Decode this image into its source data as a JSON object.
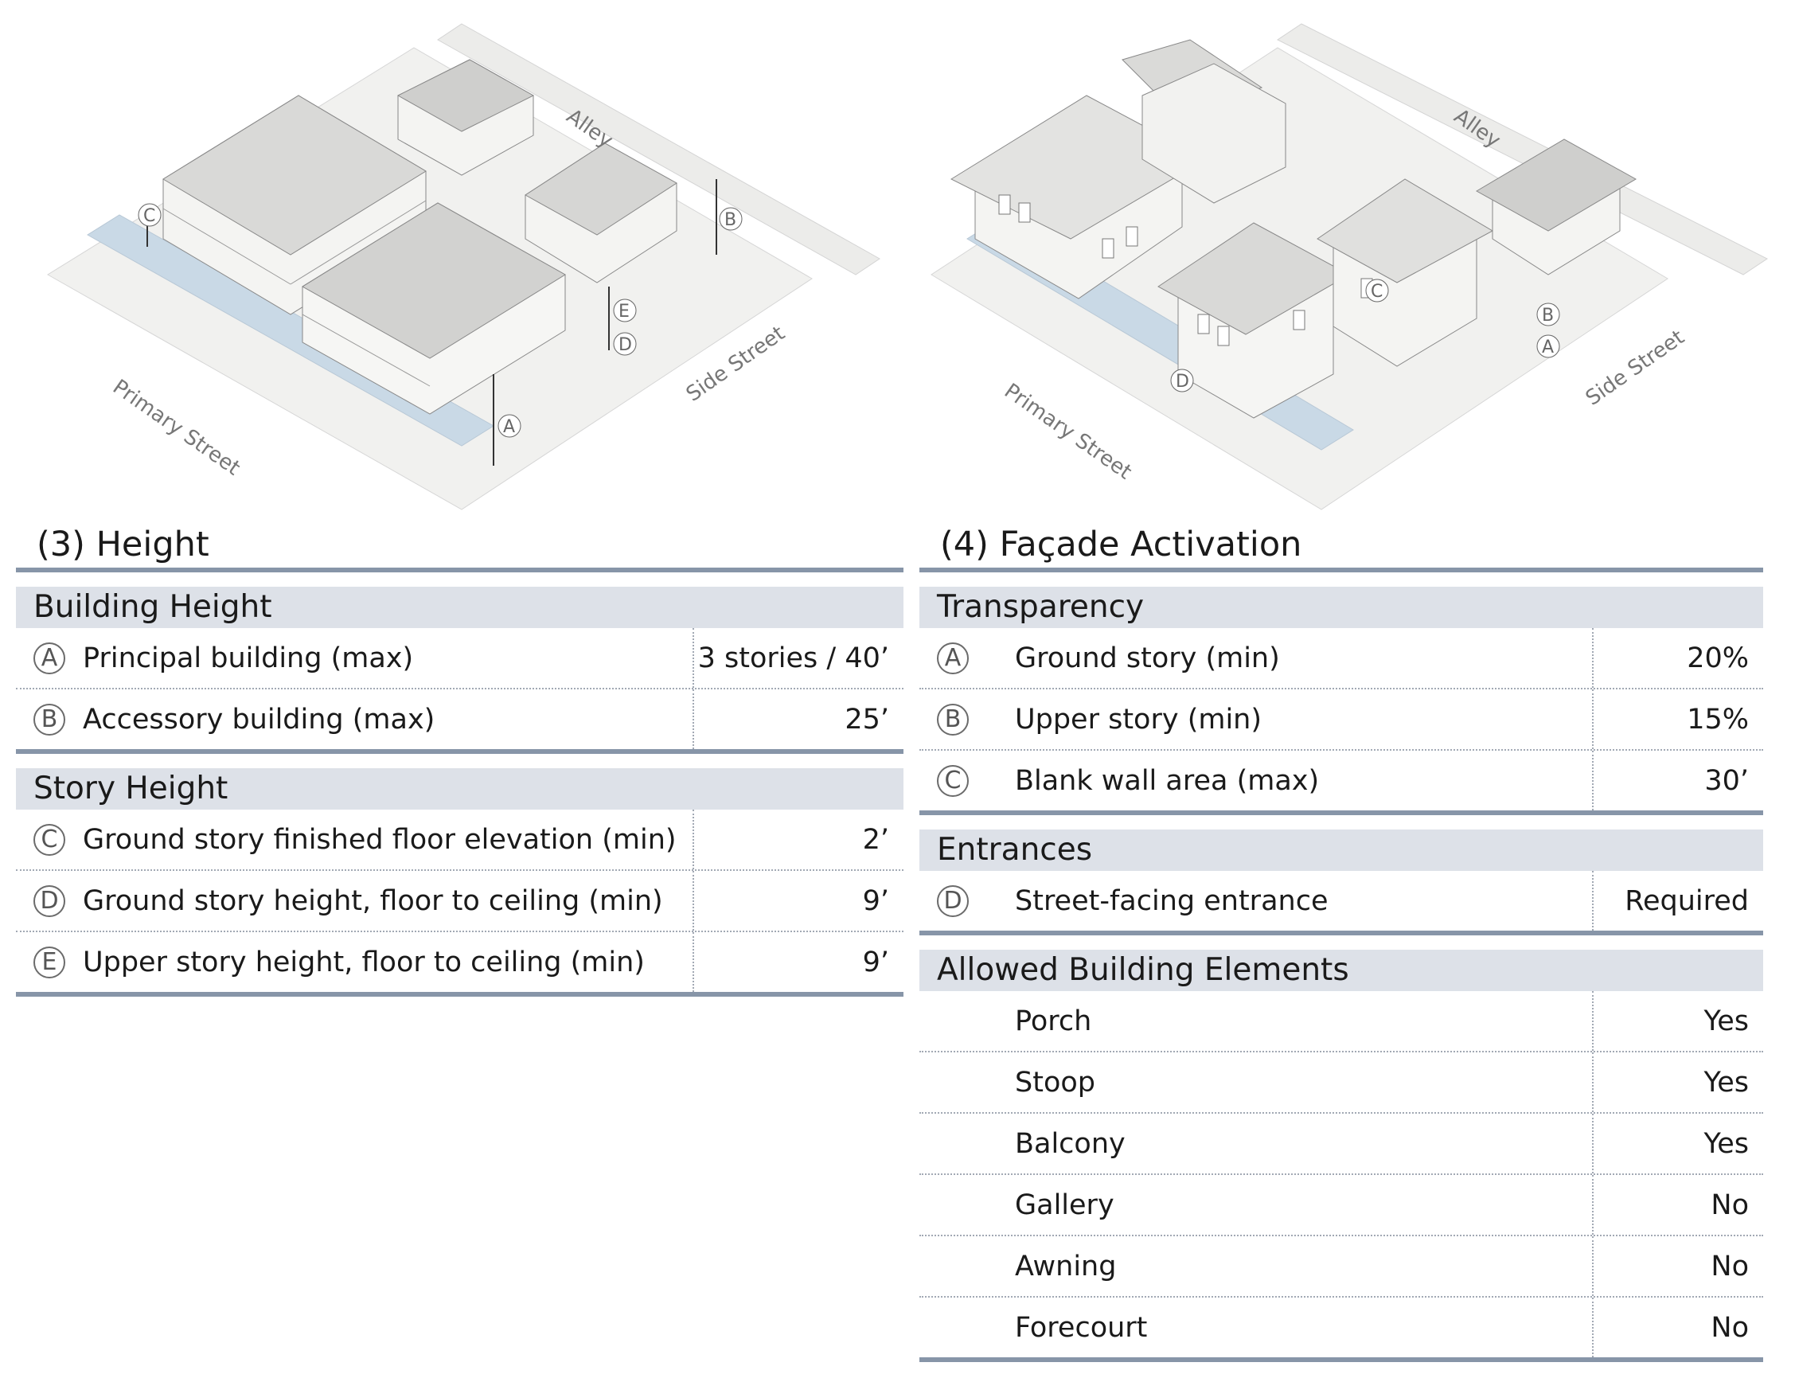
{
  "diagrams": {
    "left": {
      "streets": {
        "alley": "Alley",
        "side": "Side Street",
        "primary": "Primary Street"
      },
      "markers": [
        "A",
        "B",
        "C",
        "D",
        "E"
      ]
    },
    "right": {
      "streets": {
        "alley": "Alley",
        "side": "Side Street",
        "primary": "Primary Street"
      },
      "markers": [
        "A",
        "B",
        "C",
        "D"
      ]
    }
  },
  "height": {
    "title": "(3) Height",
    "groups": [
      {
        "header": "Building Height",
        "rows": [
          {
            "marker": "A",
            "label": "Principal building (max)",
            "value": "3 stories / 40’"
          },
          {
            "marker": "B",
            "label": "Accessory building (max)",
            "value": "25’"
          }
        ]
      },
      {
        "header": "Story Height",
        "rows": [
          {
            "marker": "C",
            "label": "Ground story finished floor elevation (min)",
            "value": "2’"
          },
          {
            "marker": "D",
            "label": "Ground story height, floor to ceiling (min)",
            "value": "9’"
          },
          {
            "marker": "E",
            "label": "Upper story height, floor to ceiling (min)",
            "value": "9’"
          }
        ]
      }
    ]
  },
  "facade": {
    "title": "(4) Façade Activation",
    "groups": [
      {
        "header": "Transparency",
        "rows": [
          {
            "marker": "A",
            "label": "Ground story (min)",
            "value": "20%"
          },
          {
            "marker": "B",
            "label": "Upper story (min)",
            "value": "15%"
          },
          {
            "marker": "C",
            "label": "Blank wall area (max)",
            "value": "30’"
          }
        ]
      },
      {
        "header": "Entrances",
        "rows": [
          {
            "marker": "D",
            "label": "Street-facing entrance",
            "value": "Required"
          }
        ]
      },
      {
        "header": "Allowed Building Elements",
        "rows": [
          {
            "label": "Porch",
            "value": "Yes"
          },
          {
            "label": "Stoop",
            "value": "Yes"
          },
          {
            "label": "Balcony",
            "value": "Yes"
          },
          {
            "label": "Gallery",
            "value": "No"
          },
          {
            "label": "Awning",
            "value": "No"
          },
          {
            "label": "Forecourt",
            "value": "No"
          }
        ]
      }
    ]
  }
}
